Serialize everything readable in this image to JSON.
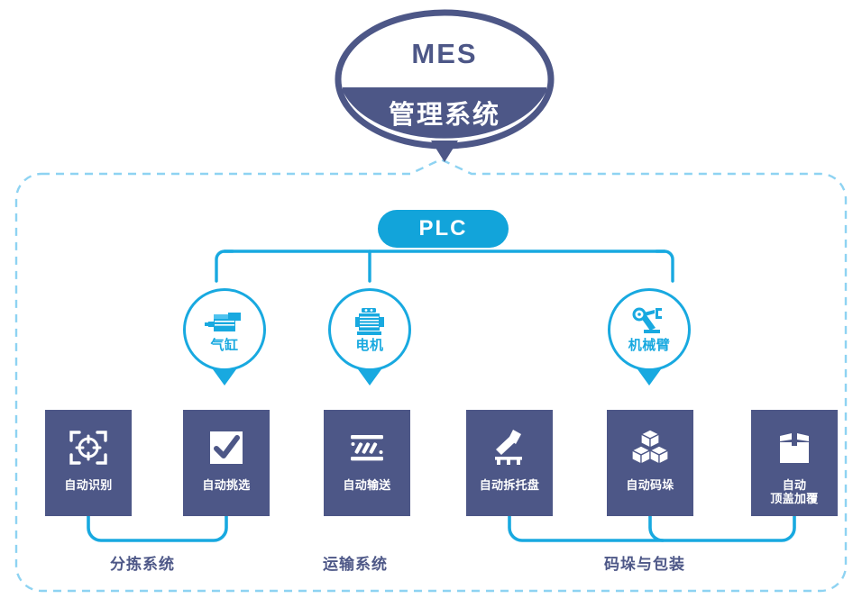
{
  "diagram": {
    "title_top": "MES",
    "title_bottom": "管理系统",
    "controller": "PLC",
    "watermark": "",
    "colors": {
      "accent_cyan": "#18a9e0",
      "plc_fill": "#12a4da",
      "box_fill": "#4d5787",
      "dashed_border": "#8ed3f2",
      "mes_border": "#4d5787"
    },
    "devices": [
      {
        "label": "气缸",
        "icon": "pneumatic-cylinder-icon"
      },
      {
        "label": "电机",
        "icon": "electric-motor-icon"
      },
      {
        "label": "机械臂",
        "icon": "robot-arm-icon"
      }
    ],
    "functions": [
      {
        "label": "自动识别",
        "label_line1": "自动识别",
        "label_line2": "",
        "icon": "scan-target-icon"
      },
      {
        "label": "自动挑选",
        "label_line1": "自动挑选",
        "label_line2": "",
        "icon": "checkmark-box-icon"
      },
      {
        "label": "自动输送",
        "label_line1": "自动输送",
        "label_line2": "",
        "icon": "conveyor-belt-icon"
      },
      {
        "label": "自动拆托盘",
        "label_line1": "自动拆托盘",
        "label_line2": "",
        "icon": "depalletize-icon"
      },
      {
        "label": "自动码垛",
        "label_line1": "自动码垛",
        "label_line2": "",
        "icon": "stacked-boxes-icon"
      },
      {
        "label": "自动 顶盖加覆",
        "label_line1": "自动",
        "label_line2": "顶盖加覆",
        "icon": "open-carton-icon"
      }
    ],
    "groups": [
      {
        "label": "分拣系统"
      },
      {
        "label": "运输系统"
      },
      {
        "label": "码垛与包装"
      }
    ]
  }
}
